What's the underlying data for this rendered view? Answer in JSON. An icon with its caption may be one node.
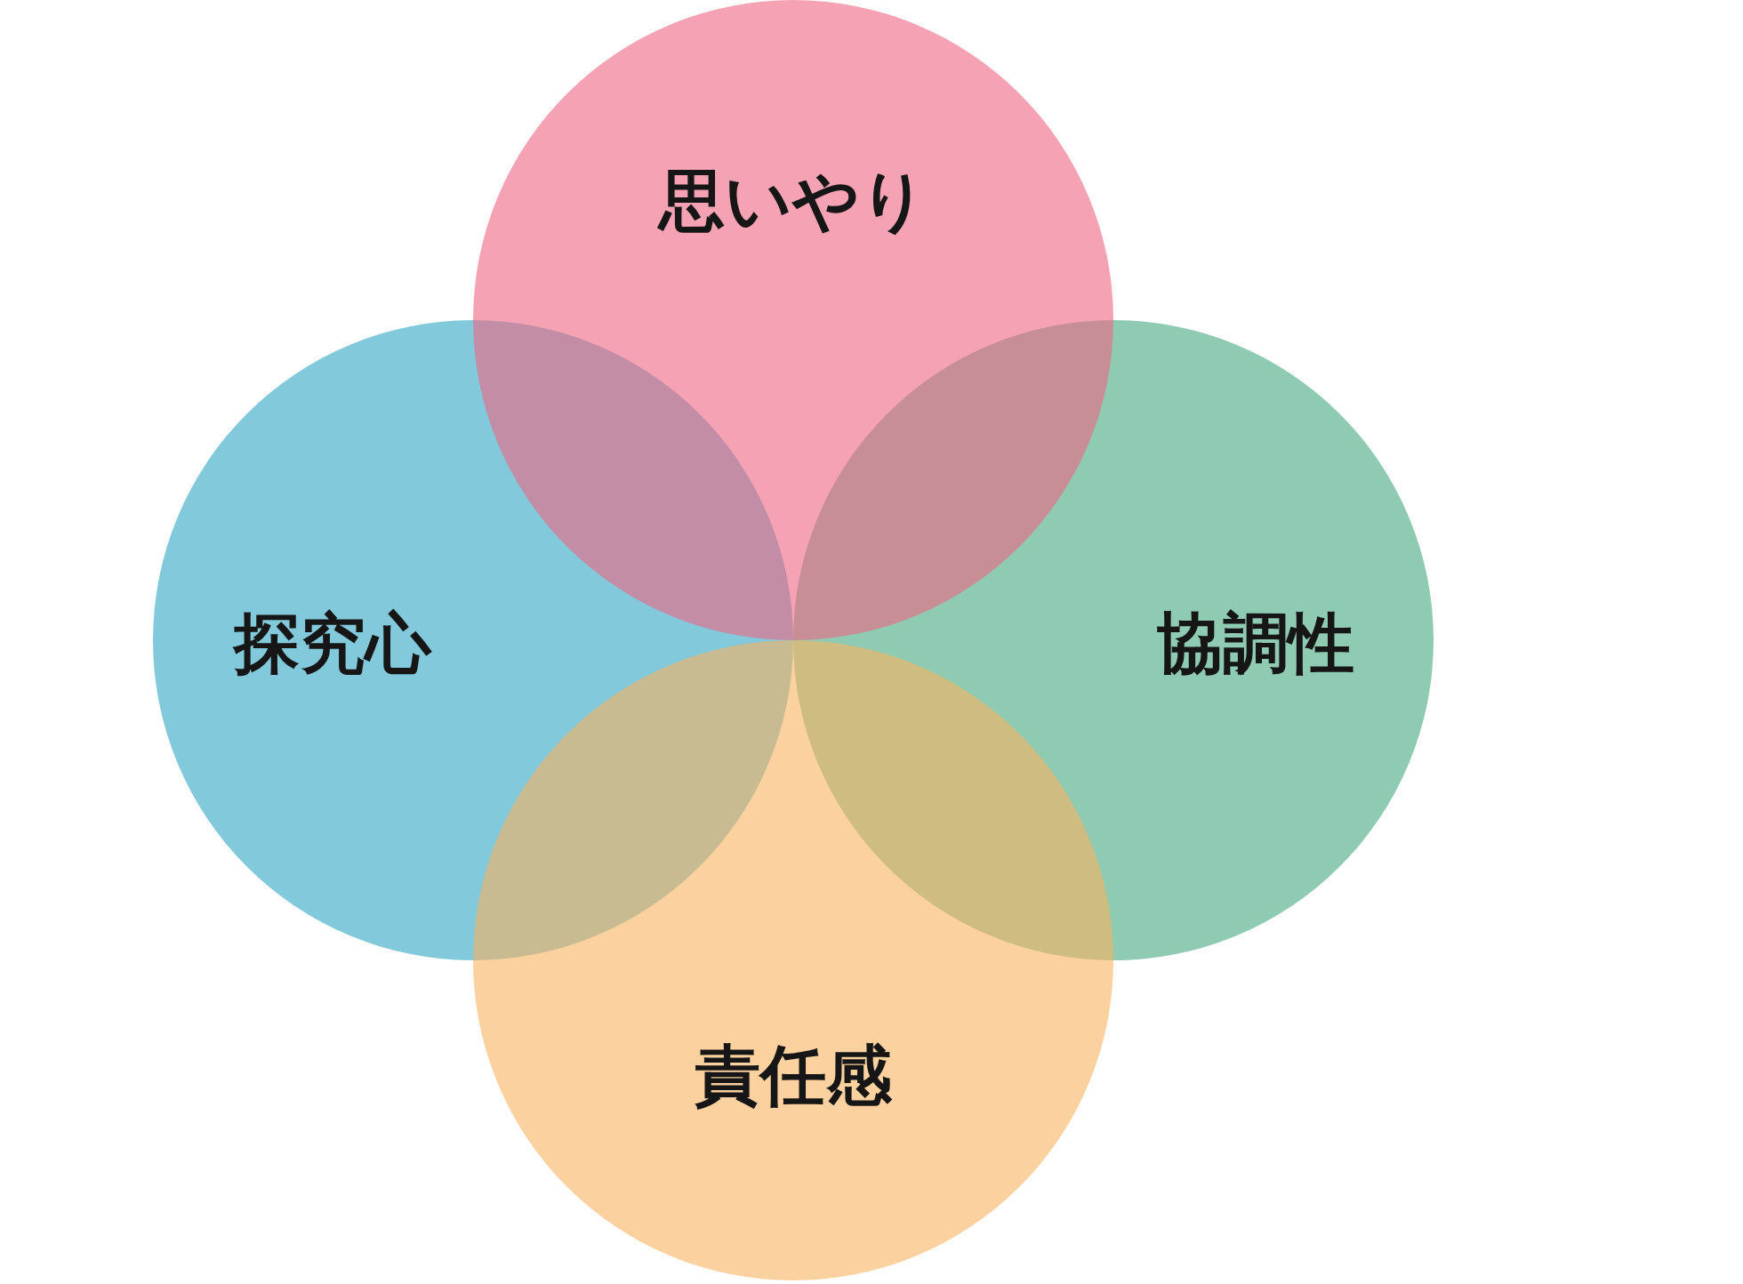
{
  "diagram": {
    "nodes": [
      {
        "text": [
          "思いやり"
        ]
      },
      {
        "text": [
          "探究心"
        ]
      },
      {
        "text": [
          "協調性"
        ]
      },
      {
        "text": [
          "責任感"
        ]
      }
    ]
  }
}
